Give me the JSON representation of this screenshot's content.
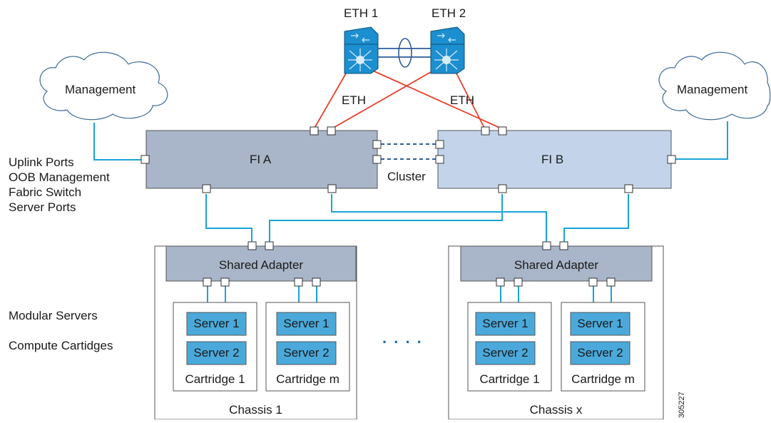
{
  "switches": {
    "eth1": "ETH 1",
    "eth2": "ETH 2"
  },
  "links": {
    "eth_left": "ETH",
    "eth_right": "ETH",
    "cluster": "Cluster"
  },
  "clouds": {
    "left": "Management",
    "right": "Management"
  },
  "interconnects": {
    "fi_a": "FI A",
    "fi_b": "FI B"
  },
  "legend": {
    "top": [
      "Uplink Ports",
      "OOB Management",
      "Fabric Switch",
      "Server Ports"
    ],
    "bottom": [
      "Modular Servers",
      "Compute Cartidges"
    ]
  },
  "chassis": [
    {
      "label": "Chassis 1",
      "adapter": "Shared Adapter",
      "cartridges": [
        {
          "label": "Cartridge 1",
          "servers": [
            "Server 1",
            "Server 2"
          ]
        },
        {
          "label": "Cartridge m",
          "servers": [
            "Server 1",
            "Server 2"
          ]
        }
      ]
    },
    {
      "label": "Chassis x",
      "adapter": "Shared Adapter",
      "cartridges": [
        {
          "label": "Cartridge 1",
          "servers": [
            "Server 1",
            "Server 2"
          ]
        },
        {
          "label": "Cartridge m",
          "servers": [
            "Server 1",
            "Server 2"
          ]
        }
      ]
    }
  ],
  "ellipsis": ". . . .",
  "figure_id": "305227",
  "colors": {
    "fi_a_fill": "#a9b5c8",
    "fi_b_fill": "#c3d4ea",
    "adapter_fill": "#a9b5c8",
    "server_fill": "#4aa9da",
    "switch_fill": "#1b8fcf",
    "uplink_red": "#e8402a",
    "cable_blue": "#1aa3d9"
  }
}
